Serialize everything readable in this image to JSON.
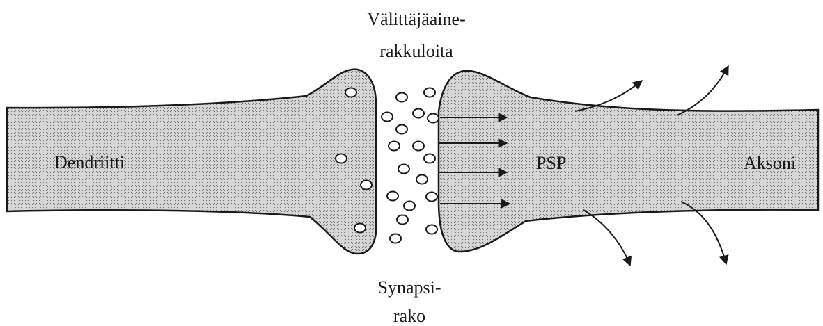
{
  "labels": {
    "vesicles_line1": "Välittäjäaine-",
    "vesicles_line2": "rakkuloita",
    "dendrite": "Dendriitti",
    "psp": "PSP",
    "axon": "Aksoni",
    "cleft_line1": "Synapsi-",
    "cleft_line2": "rako"
  },
  "colors": {
    "stipple_fill": "#c4c4c4",
    "outline": "#1a1a1a",
    "background": "#ffffff"
  }
}
